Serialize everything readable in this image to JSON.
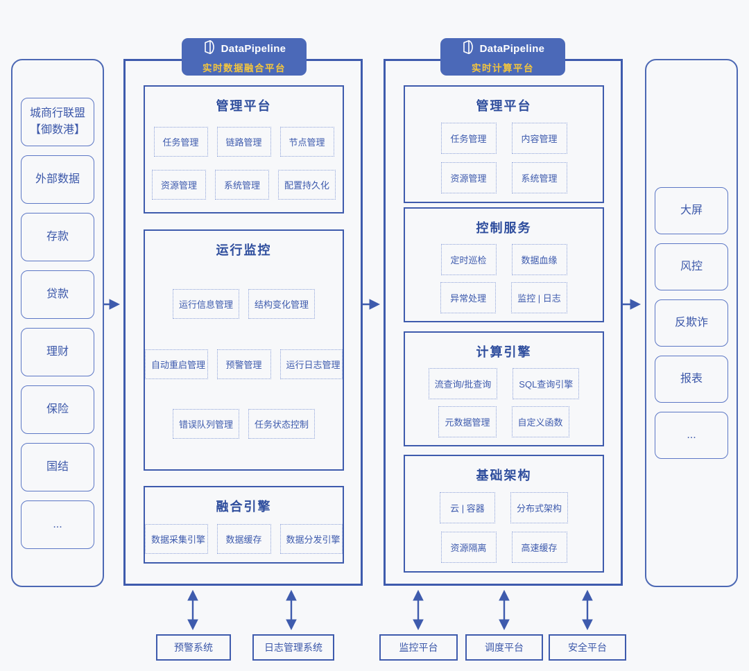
{
  "colors": {
    "primary_blue": "#3e5bad",
    "text_blue": "#3b57a9",
    "badge_background": "#4b69b8",
    "badge_subtitle_yellow": "#f3c53e",
    "page_background": "#f7f8fa"
  },
  "sources_panel": {
    "items": [
      "城商行联盟【御数港】",
      "外部数据",
      "存款",
      "贷款",
      "理财",
      "保险",
      "国结",
      "..."
    ]
  },
  "fusion_platform": {
    "brand": "DataPipeline",
    "subtitle": "实时数据融合平台",
    "sections": [
      {
        "title": "管理平台",
        "rows": [
          [
            "任务管理",
            "链路管理",
            "节点管理"
          ],
          [
            "资源管理",
            "系统管理",
            "配置持久化"
          ]
        ]
      },
      {
        "title": "运行监控",
        "rows": [
          [
            "运行信息管理",
            "结构变化管理"
          ],
          [
            "自动重启管理",
            "预警管理",
            "运行日志管理"
          ],
          [
            "错误队列管理",
            "任务状态控制"
          ]
        ]
      },
      {
        "title": "融合引擎",
        "rows": [
          [
            "数据采集引擎",
            "数据缓存",
            "数据分发引擎"
          ]
        ]
      }
    ]
  },
  "compute_platform": {
    "brand": "DataPipeline",
    "subtitle": "实时计算平台",
    "sections": [
      {
        "title": "管理平台",
        "rows": [
          [
            "任务管理",
            "内容管理"
          ],
          [
            "资源管理",
            "系统管理"
          ]
        ]
      },
      {
        "title": "控制服务",
        "rows": [
          [
            "定时巡检",
            "数据血缘"
          ],
          [
            "异常处理",
            "监控 | 日志"
          ]
        ]
      },
      {
        "title": "计算引擎",
        "rows": [
          [
            "流查询/批查询",
            "SQL查询引擎"
          ],
          [
            "元数据管理",
            "自定义函数"
          ]
        ]
      },
      {
        "title": "基础架构",
        "rows": [
          [
            "云 | 容器",
            "分布式架构"
          ],
          [
            "资源隔离",
            "高速缓存"
          ]
        ]
      }
    ]
  },
  "consumers_panel": {
    "items": [
      "大屏",
      "风控",
      "反欺诈",
      "报表",
      "..."
    ]
  },
  "external_systems": {
    "fusion_side": [
      "预警系统",
      "日志管理系统"
    ],
    "compute_side": [
      "监控平台",
      "调度平台",
      "安全平台"
    ]
  }
}
